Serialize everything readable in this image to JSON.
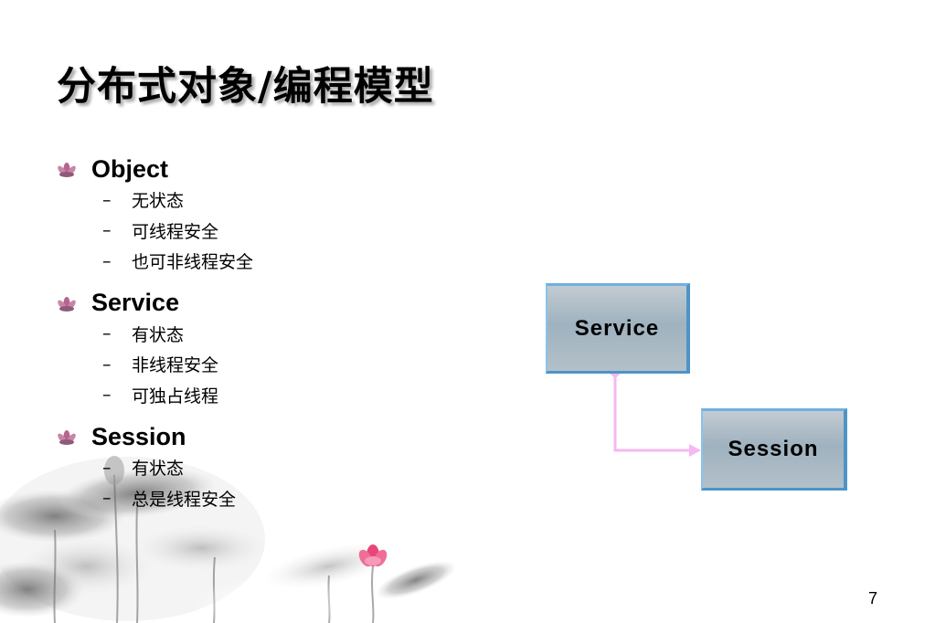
{
  "slide": {
    "title": "分布式对象/编程模型",
    "page_number": "7"
  },
  "sections": [
    {
      "label": "Object",
      "items": [
        "无状态",
        "可线程安全",
        "也可非线程安全"
      ]
    },
    {
      "label": "Service",
      "items": [
        "有状态",
        "非线程安全",
        "可独占线程"
      ]
    },
    {
      "label": "Session",
      "items": [
        "有状态",
        "总是线程安全"
      ]
    }
  ],
  "diagram": {
    "service_label": "Service",
    "session_label": "Session",
    "connector_color": "#f5b8f2",
    "box_border_color": "#4e94c7"
  },
  "icons": {
    "bullet": "lotus-flower-icon",
    "dash": "–"
  }
}
